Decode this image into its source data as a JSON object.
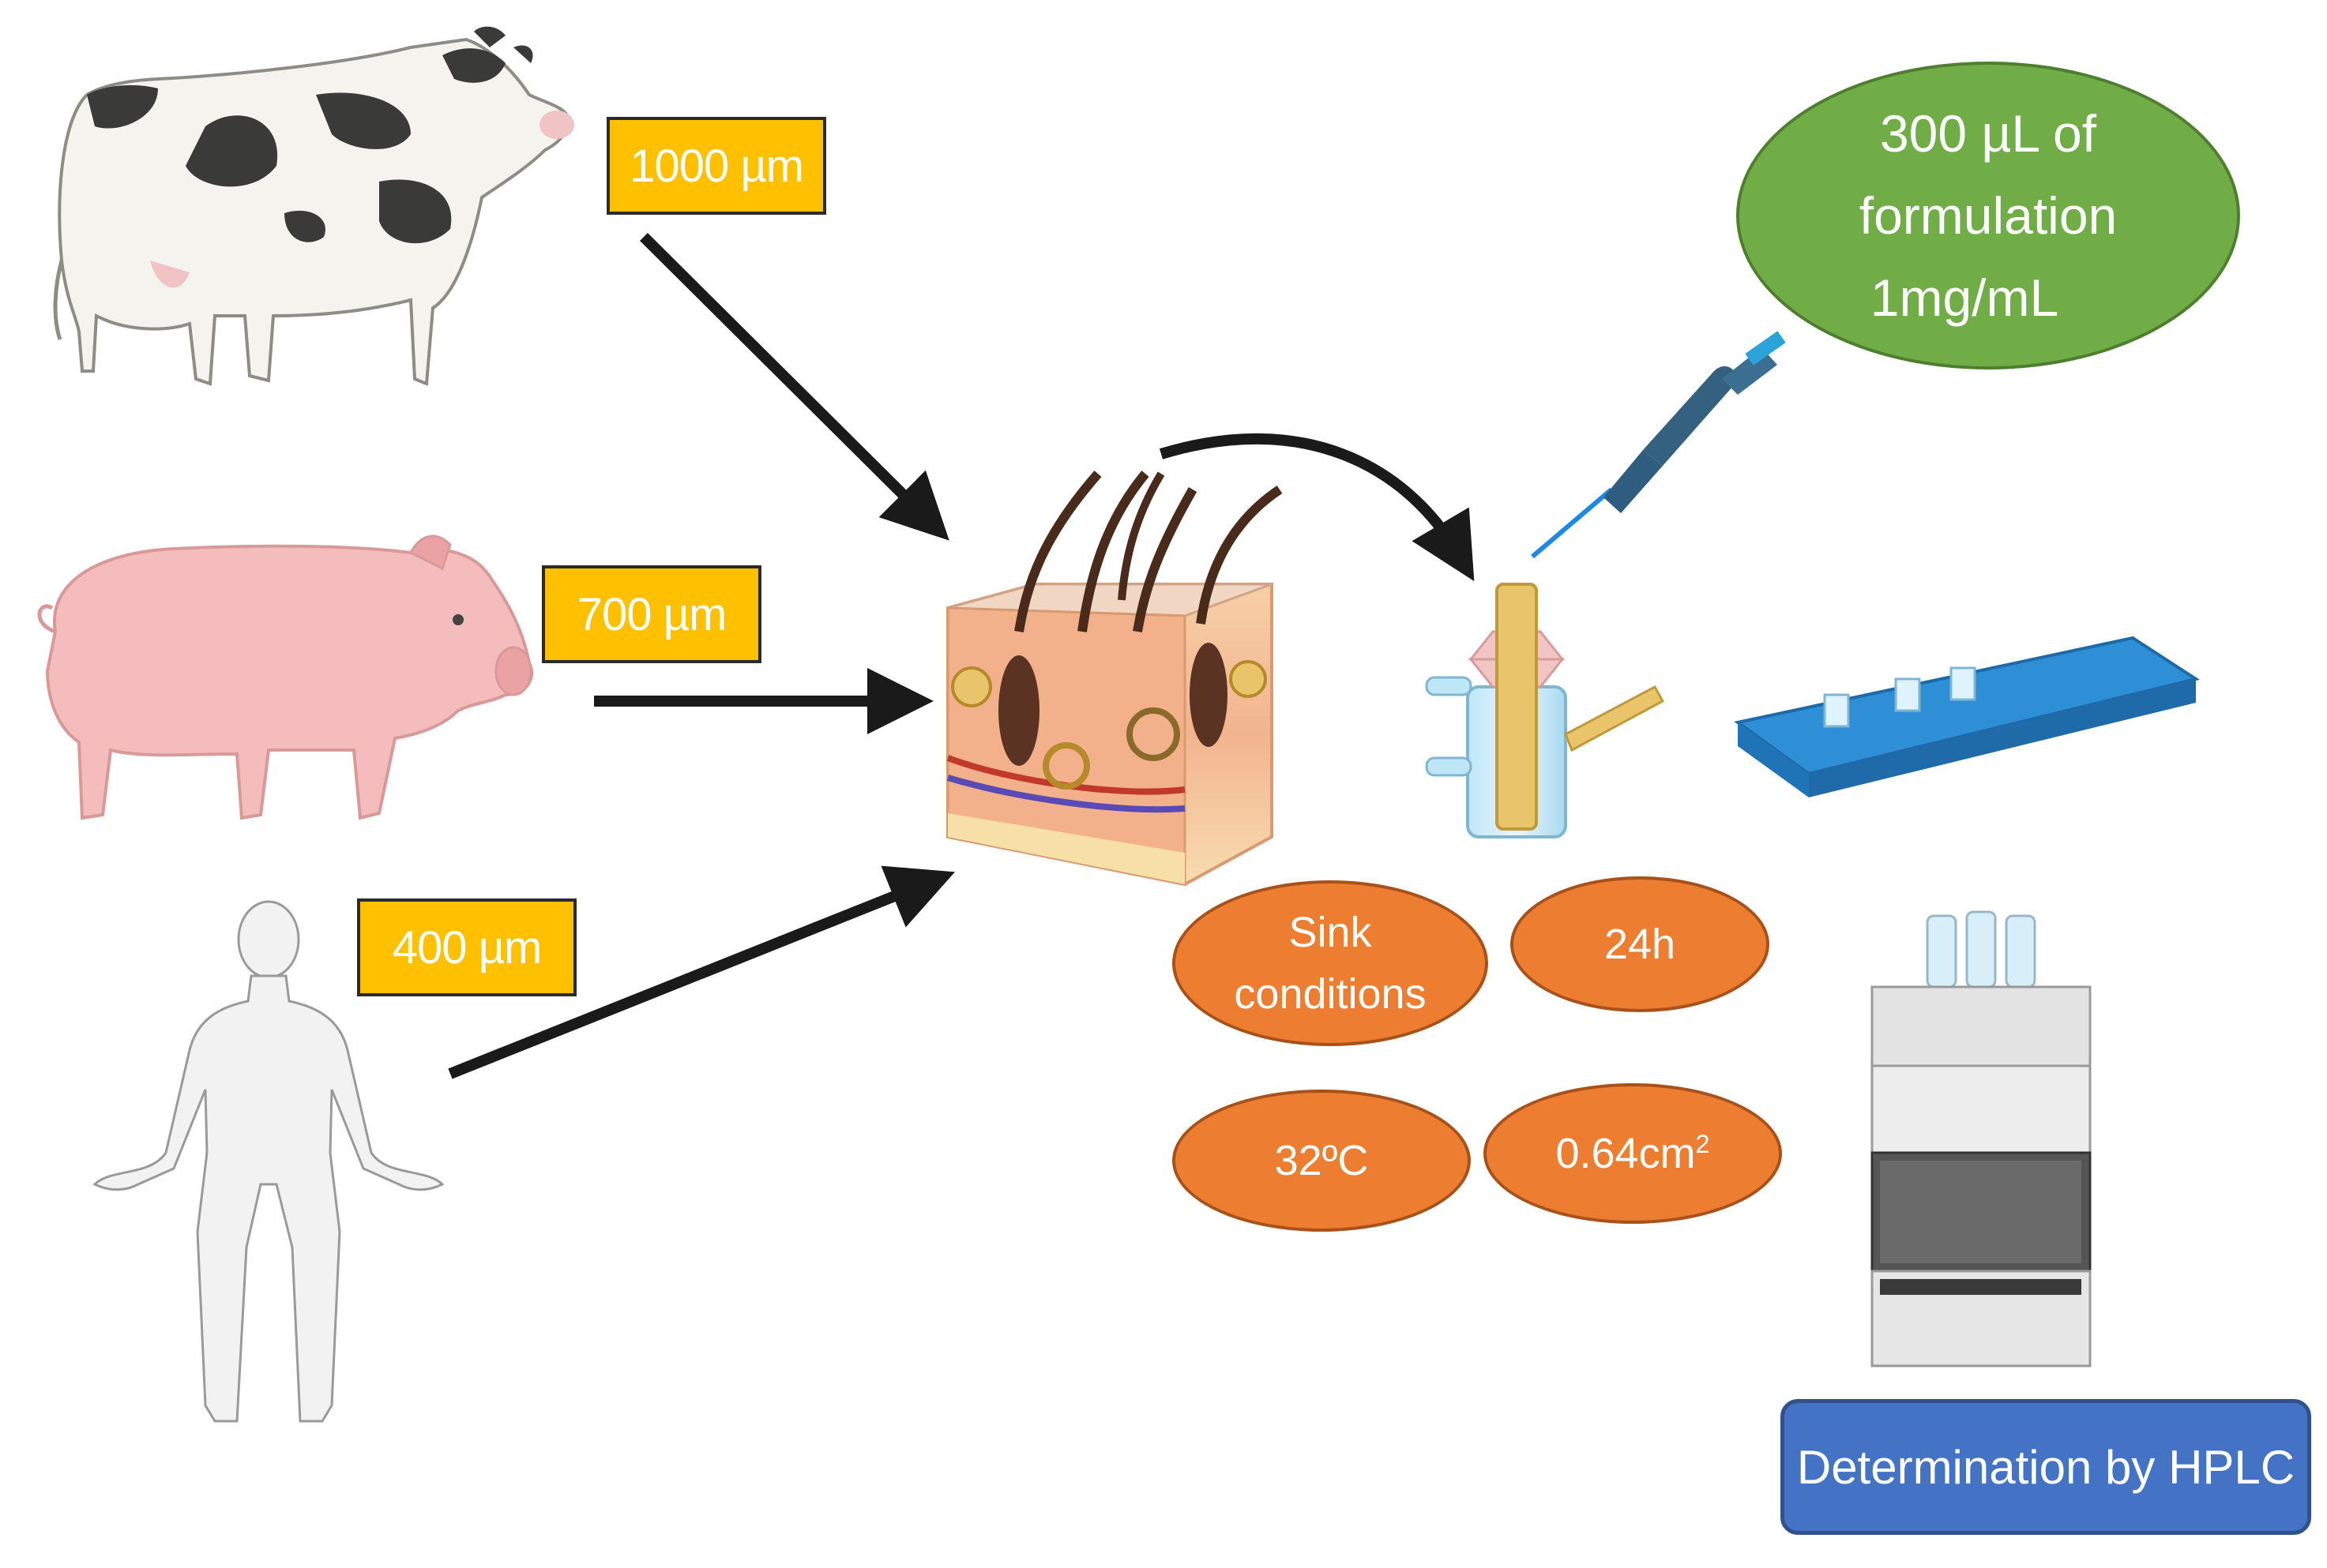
{
  "tags": {
    "cow": "1000 µm",
    "pig": "700 µm",
    "human": "400 µm"
  },
  "formulation": {
    "line1": "300 µL of",
    "line2": "formulation",
    "line3": "1mg/mL"
  },
  "conditions": {
    "sink_line1": "Sink",
    "sink_line2": "conditions",
    "time": "24h",
    "temperature": "32ºC",
    "area_value": "0.64cm",
    "area_exponent": "2"
  },
  "hplc": {
    "label": "Determination by HPLC"
  },
  "colors": {
    "tag_fill": "#ffc000",
    "orange": "#ed7d31",
    "green": "#70ad47",
    "blue": "#4472c4",
    "arrow": "#1a1a1a"
  },
  "icons": [
    "cow-icon",
    "pig-icon",
    "human-body-icon",
    "skin-cross-section-icon",
    "franz-cell-icon",
    "micropipette-icon",
    "vial-rack-icon",
    "hplc-system-icon"
  ]
}
